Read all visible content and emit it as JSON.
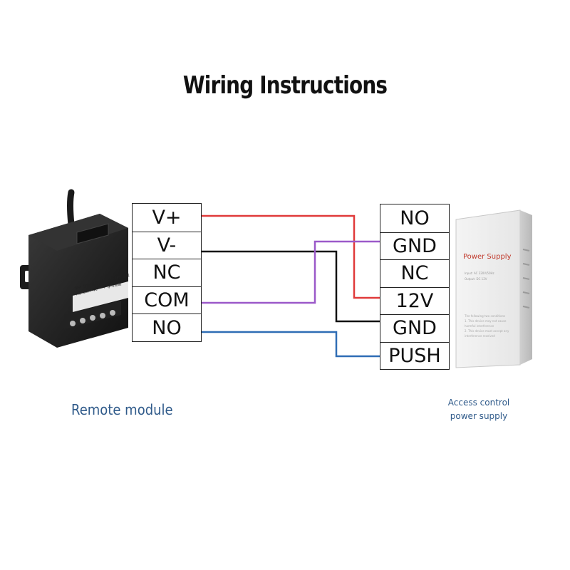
{
  "title": "Wiring Instructions",
  "left_terminals": [
    "V+",
    "V-",
    "NC",
    "COM",
    "NO"
  ],
  "right_terminals": [
    "NO",
    "GND",
    "NC",
    "12V",
    "GND",
    "PUSH"
  ],
  "remote_module": {
    "caption": "Remote module",
    "label_top": [
      "常开",
      "公共",
      "常闭",
      "DC12V~24V",
      "遥控"
    ],
    "label_bottom": [
      "NO",
      "COM",
      "NC",
      "−",
      "+",
      "学习按键"
    ]
  },
  "power_supply": {
    "caption_line1": "Access control",
    "caption_line2": "power supply",
    "box_title": "Power Supply",
    "spec_lines": [
      "Input:  AC 220V/50Hz",
      "Output:  DC 12V"
    ],
    "note_lines": [
      "The following two conditions",
      "1. This device may not cause",
      "harmful interference",
      "2. This device must accept any",
      "interference received"
    ]
  },
  "wires": [
    {
      "from": "V+",
      "to": "12V",
      "color": "#e03a3a"
    },
    {
      "from": "V-",
      "to": "GND",
      "color": "#111111"
    },
    {
      "from": "COM",
      "to": "GND",
      "color": "#9b59c9"
    },
    {
      "from": "NO",
      "to": "PUSH",
      "color": "#2f6db5"
    }
  ]
}
